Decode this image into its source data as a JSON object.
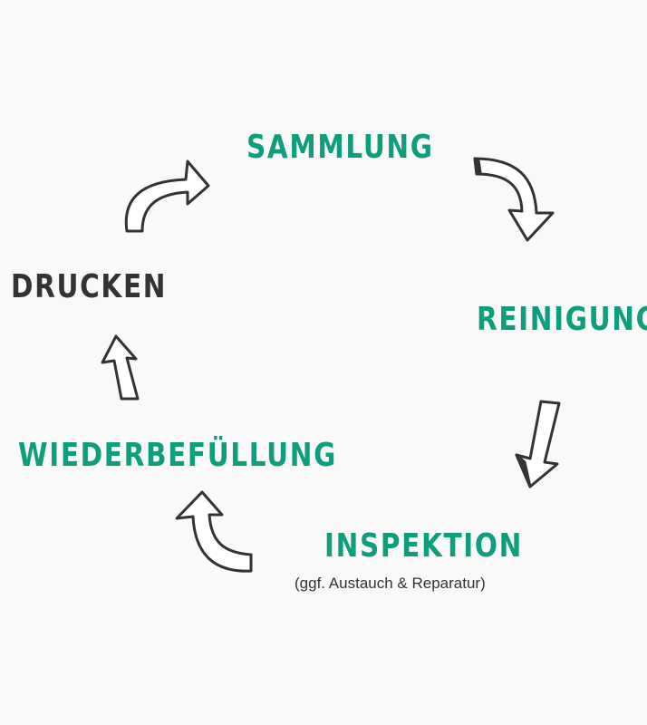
{
  "steps": {
    "collection": "SAMMLUNG",
    "cleaning": "REINIGUNG",
    "inspection": "INSPEKTION",
    "inspection_note": "(ggf. Austauch & Reparatur)",
    "refilling": "WIEDERBEFÜLLUNG",
    "printing": "DRUCKEN"
  },
  "colors": {
    "accent": "#0e9e7c",
    "dark": "#333333",
    "background": "#f9f9f9"
  }
}
